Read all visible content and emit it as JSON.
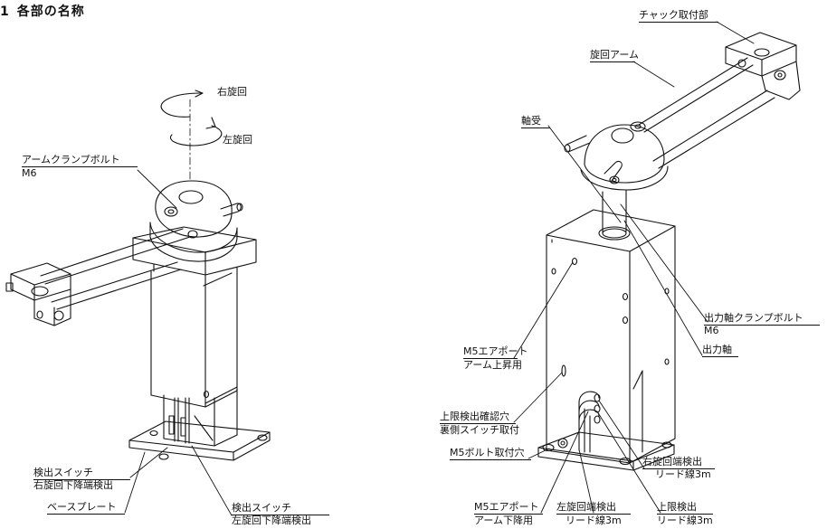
{
  "title": {
    "number": "1",
    "text": "各部の名称"
  },
  "left_figure": {
    "rotation_right": "右旋回",
    "rotation_left": "左旋回",
    "clamp_bolt": {
      "line1": "アームクランプボルト",
      "line2": "M6"
    },
    "detect_switch_right": {
      "line1": "検出スイッチ",
      "line2": "右旋回下降端検出"
    },
    "base_plate": "ベースプレート",
    "detect_switch_left": {
      "line1": "検出スイッチ",
      "line2": "左旋回下降端検出"
    }
  },
  "right_figure": {
    "chuck_mount": "チャック取付部",
    "swing_arm": "旋回アーム",
    "bearing": "軸受",
    "output_clamp_bolt": {
      "line1": "出力軸クランプボルト",
      "line2": "M6"
    },
    "output_shaft": "出力軸",
    "air_port_up": {
      "line1": "M5エアポート",
      "line2": "アーム上昇用"
    },
    "upper_limit_hole": {
      "line1": "上限検出確認穴",
      "line2": "裏側スイッチ取付"
    },
    "m5_bolt_hole": "M5ボルト取付穴",
    "right_end_detect": {
      "line1": "右旋回端検出",
      "line2": "リード線3m"
    },
    "air_port_down": {
      "line1": "M5エアポート",
      "line2": "アーム下降用"
    },
    "left_end_detect": {
      "line1": "左旋回端検出",
      "line2": "リード線3m"
    },
    "upper_limit_detect": {
      "line1": "上限検出",
      "line2": "リード線3m"
    }
  }
}
